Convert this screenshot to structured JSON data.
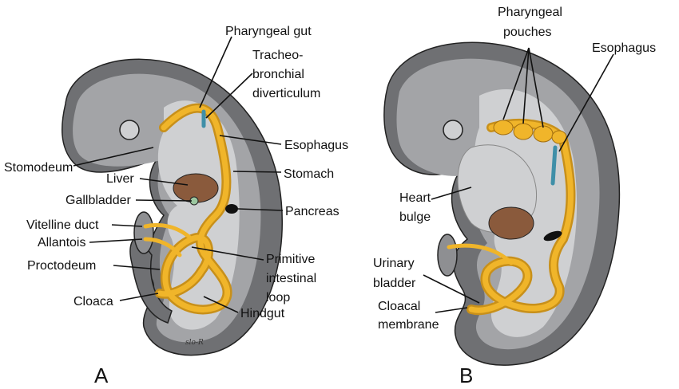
{
  "panel_a": {
    "letter": "A",
    "labels": {
      "pharyngeal_gut": "Pharyngeal gut",
      "tracheo_1": "Tracheo-",
      "tracheo_2": "bronchial",
      "tracheo_3": "diverticulum",
      "esophagus": "Esophagus",
      "stomodeum": "Stomodeum",
      "stomach": "Stomach",
      "liver": "Liver",
      "gallbladder": "Gallbladder",
      "pancreas": "Pancreas",
      "vitelline_duct": "Vitelline duct",
      "allantois": "Allantois",
      "proctodeum": "Proctodeum",
      "primitive_1": "Primitive",
      "primitive_2": "intestinal",
      "primitive_3": "loop",
      "cloaca": "Cloaca",
      "hindgut": "Hindgut"
    },
    "signature": "slo-R"
  },
  "panel_b": {
    "letter": "B",
    "labels": {
      "pharyngeal_1": "Pharyngeal",
      "pharyngeal_2": "pouches",
      "esophagus": "Esophagus",
      "heart_1": "Heart",
      "heart_2": "bulge",
      "urinary_1": "Urinary",
      "urinary_2": "bladder",
      "cloacal_1": "Cloacal",
      "cloacal_2": "membrane"
    }
  },
  "colors": {
    "outer": "#6f7073",
    "mid": "#a3a4a7",
    "inner": "#cfd0d2",
    "gut": "#f0b52a",
    "liver": "#8a5a3c",
    "trachea": "#3f8fa8"
  }
}
